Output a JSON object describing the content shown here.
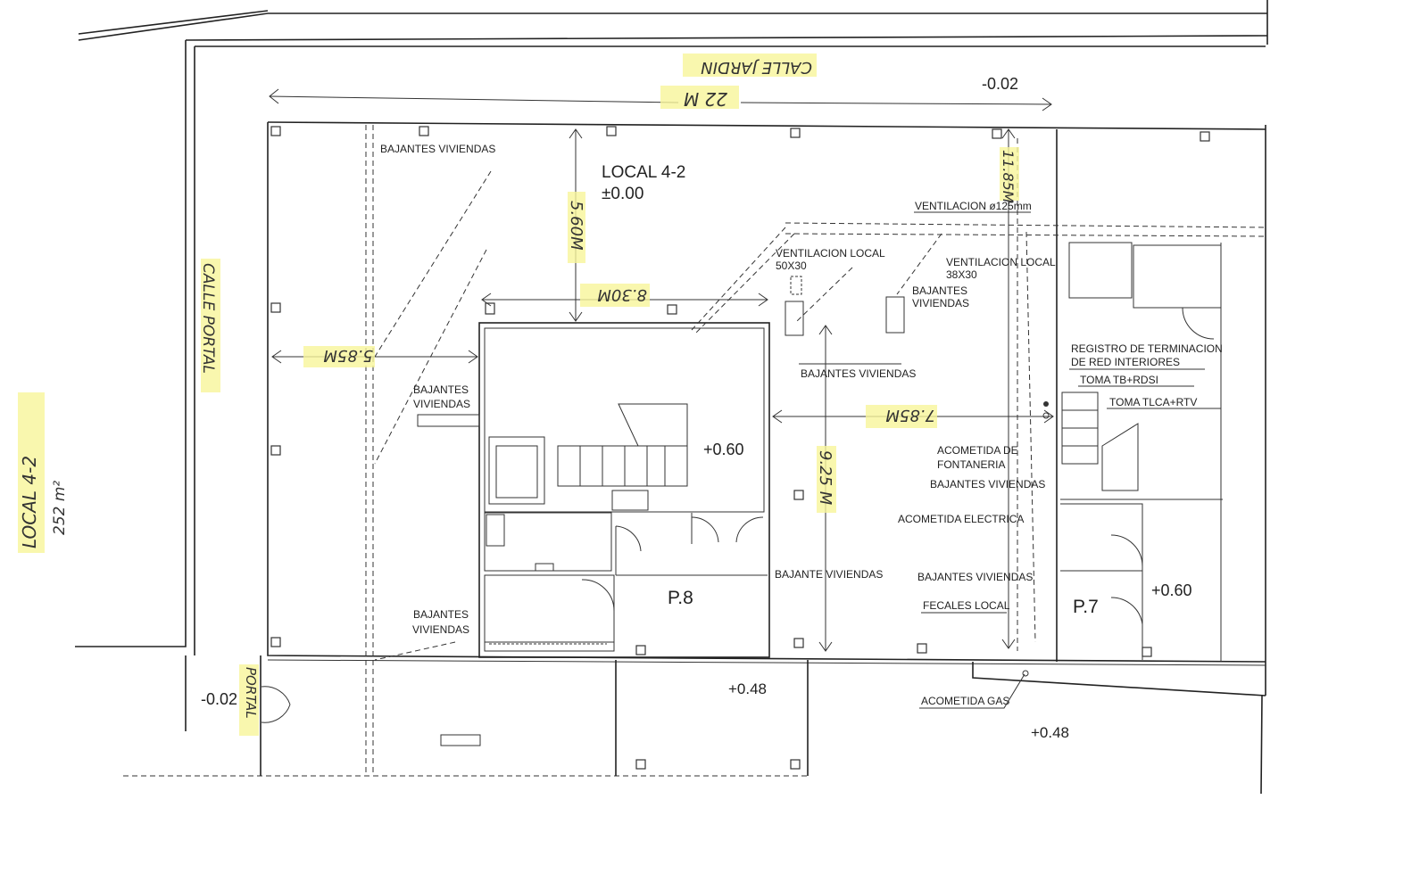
{
  "plan": {
    "street_top": "CALLE JARDIN",
    "street_left": "CALLE PORTAL",
    "side_label": "LOCAL 4-2",
    "side_area": "252 m²",
    "room_title": "LOCAL 4-2",
    "room_level": "±0.00",
    "dimensions": {
      "width_total": "22 M",
      "depth_top": "5.60M",
      "core_width": "8.30M",
      "left_offset": "5.85M",
      "right_span": "7.85M",
      "depth_mid": "9.25 M",
      "depth_right": "11.85M"
    },
    "levels": {
      "street_top": "-0.02",
      "core": "+0.60",
      "p7": "+0.60",
      "front_mid": "+0.48",
      "front_right": "+0.48",
      "portal": "-0.02"
    },
    "rooms": {
      "p8": "P.8",
      "p7": "P.7"
    },
    "portal_label": "PORTAL",
    "annotations": {
      "bajantes_top": "BAJANTES VIVIENDAS",
      "bajantes_left_1": "BAJANTES",
      "bajantes_left_2": "VIVIENDAS",
      "bajantes_bottom_1": "BAJANTES",
      "bajantes_bottom_2": "VIVIENDAS",
      "vent_local_1a": "VENTILACION LOCAL",
      "vent_local_1b": "50X30",
      "vent_local_2a": "VENTILACION LOCAL",
      "vent_local_2b": "38X30",
      "vent_125": "VENTILACION ø125mm",
      "bajantes_mid_1": "BAJANTES",
      "bajantes_mid_2": "VIVIENDAS",
      "bajantes_center": "BAJANTES VIVIENDAS",
      "registro_1": "REGISTRO DE TERMINACION",
      "registro_2": "DE RED INTERIORES",
      "toma_tb": "TOMA TB+RDSI",
      "toma_tlca": "TOMA TLCA+RTV",
      "fontaneria_1": "ACOMETIDA DE",
      "fontaneria_2": "FONTANERIA",
      "bajantes_right": "BAJANTES VIVIENDAS",
      "electrica": "ACOMETIDA ELECTRICA",
      "bajante_single": "BAJANTE VIVIENDAS",
      "bajantes_lower": "BAJANTES VIVIENDAS",
      "fecales": "FECALES LOCAL",
      "gas": "ACOMETIDA GAS"
    }
  }
}
